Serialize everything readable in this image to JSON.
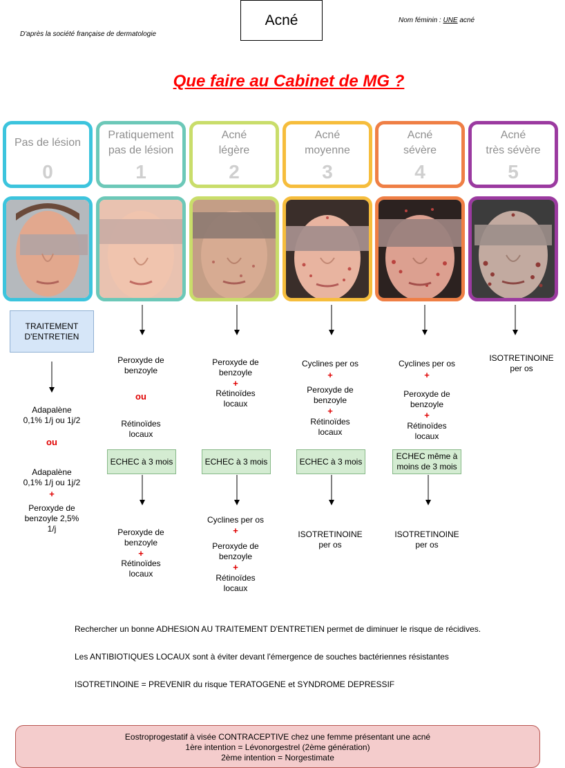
{
  "header": {
    "source": "D'après la société française de dermatologie",
    "title": "Acné",
    "gender_prefix": "Nom féminin : ",
    "gender_une": "UNE",
    "gender_suffix": " acné"
  },
  "question": "Que faire au Cabinet de MG ?",
  "colors": {
    "stage0": "#3cc4dd",
    "stage1": "#6cc8b8",
    "stage2": "#c9dd6a",
    "stage3": "#f6bd3c",
    "stage4": "#ef7f45",
    "stage5": "#9b3aa0",
    "plus": "#e00000",
    "question": "#ff0000"
  },
  "stages": [
    {
      "label_l1": "Pas de lésion",
      "label_l2": "",
      "number": "0"
    },
    {
      "label_l1": "Pratiquement",
      "label_l2": "pas de lésion",
      "number": "1"
    },
    {
      "label_l1": "Acné",
      "label_l2": "légère",
      "number": "2"
    },
    {
      "label_l1": "Acné",
      "label_l2": "moyenne",
      "number": "3"
    },
    {
      "label_l1": "Acné",
      "label_l2": "sévère",
      "number": "4"
    },
    {
      "label_l1": "Acné",
      "label_l2": "très sévère",
      "number": "5"
    }
  ],
  "col0": {
    "box_l1": "TRAITEMENT",
    "box_l2": "D'ENTRETIEN",
    "a_l1": "Adapalène",
    "a_l2": "0,1% 1/j ou 1j/2",
    "ou": "ou",
    "b_l1": "Adapalène",
    "b_l2": "0,1% 1/j ou 1j/2",
    "plus": "+",
    "c_l1": "Peroxyde de",
    "c_l2": "benzoyle 2,5%",
    "c_l3": "1/j"
  },
  "col1": {
    "a_l1": "Peroxyde de",
    "a_l2": "benzoyle",
    "ou": "ou",
    "b_l1": "Rétinoïdes",
    "b_l2": "locaux",
    "echec": "ECHEC à 3 mois",
    "c_l1": "Peroxyde de",
    "c_l2": "benzoyle",
    "plus": "+",
    "d_l1": "Rétinoïdes",
    "d_l2": "locaux"
  },
  "col2": {
    "a_l1": "Peroxyde de",
    "a_l2": "benzoyle",
    "plus": "+",
    "b_l1": "Rétinoïdes",
    "b_l2": "locaux",
    "echec": "ECHEC à 3 mois",
    "c": "Cyclines per os",
    "d_l1": "Peroxyde de",
    "d_l2": "benzoyle",
    "e_l1": "Rétinoïdes",
    "e_l2": "locaux"
  },
  "col3": {
    "a": "Cyclines per os",
    "plus": "+",
    "b_l1": "Peroxyde de",
    "b_l2": "benzoyle",
    "c_l1": "Rétinoïdes",
    "c_l2": "locaux",
    "echec": "ECHEC à 3 mois",
    "d_l1": "ISOTRETINOINE",
    "d_l2": "per os"
  },
  "col4": {
    "a": "Cyclines per os",
    "plus": "+",
    "b_l1": "Peroxyde de",
    "b_l2": "benzoyle",
    "c_l1": "Rétinoïdes",
    "c_l2": "locaux",
    "echec_l1": "ECHEC même à",
    "echec_l2": "moins de 3 mois",
    "d_l1": "ISOTRETINOINE",
    "d_l2": "per os"
  },
  "col5": {
    "a_l1": "ISOTRETINOINE",
    "a_l2": "per os"
  },
  "notes": [
    "Rechercher un bonne ADHESION AU TRAITEMENT D'ENTRETIEN permet de diminuer le risque de récidives.",
    "Les ANTIBIOTIQUES LOCAUX sont à éviter devant l'émergence de souches bactériennes résistantes",
    "ISOTRETINOINE = PREVENIR du risque TERATOGENE et SYNDROME DEPRESSIF"
  ],
  "contraception": {
    "l1": "Eostroprogestatif à visée CONTRACEPTIVE chez une femme présentant une acné",
    "l2": "1ère intention = Lévonorgestrel (2ème génération)",
    "l3": "2ème intention = Norgestimate"
  }
}
